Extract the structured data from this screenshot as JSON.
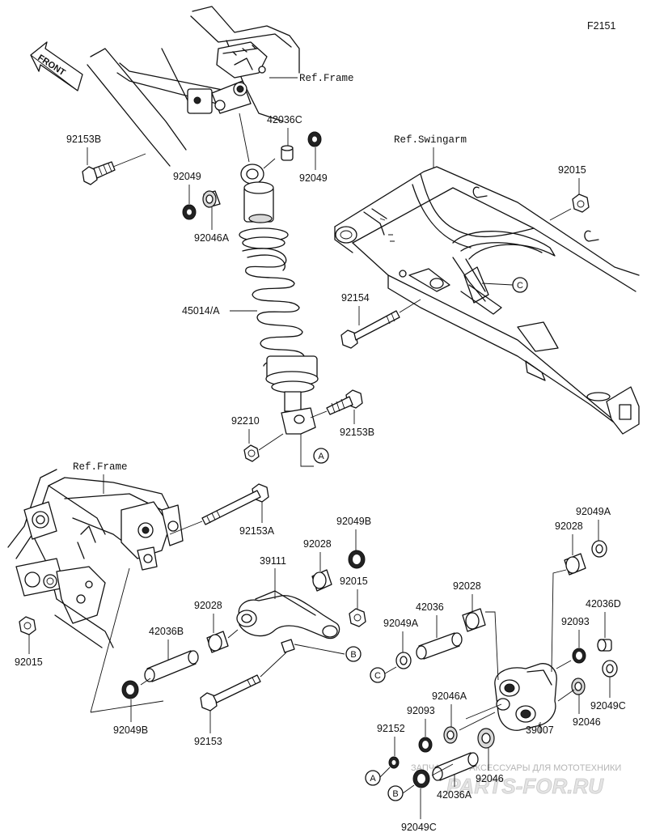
{
  "diagram_code": "F2151",
  "front_label": "FRONT",
  "refs": {
    "frame_top": "Ref.Frame",
    "frame_bottom": "Ref.Frame",
    "swingarm": "Ref.Swingarm"
  },
  "parts": {
    "p92153B_top": "92153B",
    "p42036C": "42036C",
    "p92049_left": "92049",
    "p92049_right": "92049",
    "p92046A_top": "92046A",
    "p45014A": "45014/A",
    "p92210": "92210",
    "p92153B_bolt": "92153B",
    "p92015_top": "92015",
    "p92154": "92154",
    "p92153A": "92153A",
    "p92015_left": "92015",
    "p92049B_top": "92049B",
    "p92028_top": "92028",
    "p39111": "39111",
    "p92015_mid": "92015",
    "p92028_left": "92028",
    "p42036B": "42036B",
    "p92049B_bottom": "92049B",
    "p92153": "92153",
    "p92049A_right": "92049A",
    "p92028_right": "92028",
    "p92028_mid": "92028",
    "p42036": "42036",
    "p92049A_mid": "92049A",
    "p42036D": "42036D",
    "p92093_right": "92093",
    "p92049C_right": "92049C",
    "p92046": "92046",
    "p92046A_bottom": "92046A",
    "p92093_left": "92093",
    "p92152": "92152",
    "p39007": "39007",
    "p92046_bottom": "92046",
    "p42036A": "42036A",
    "p92049C_bottom": "92049C"
  },
  "callouts": {
    "A_shock": "A",
    "C_swingarm": "C",
    "B_linkage": "B",
    "C_rocker": "C",
    "A_bottom": "A",
    "B_bottom": "B"
  },
  "watermark": {
    "tagline": "ЗАПЧАСТИ И АКСЕССУАРЫ ДЛЯ МОТОТЕХНИКИ",
    "site": "PARTS-FOR.RU"
  }
}
